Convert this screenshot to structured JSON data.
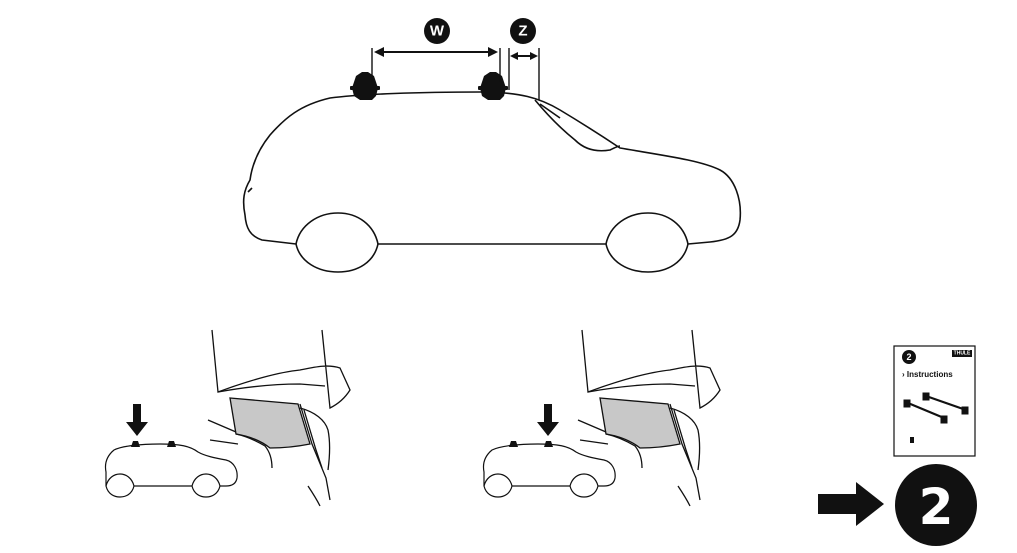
{
  "measures": {
    "w_label": "W",
    "z_label": "Z"
  },
  "booklet": {
    "step_number": "2",
    "title": "› Instructions",
    "brand": "THULE"
  },
  "next_step": {
    "number": "2"
  },
  "icons": {
    "foot": "roof-rack-foot-icon",
    "arrow_down": "arrow-down-icon",
    "arrow_right": "arrow-right-icon"
  },
  "colors": {
    "ink": "#111111",
    "paper": "#ffffff",
    "panel_gray": "#c8c8c8"
  }
}
